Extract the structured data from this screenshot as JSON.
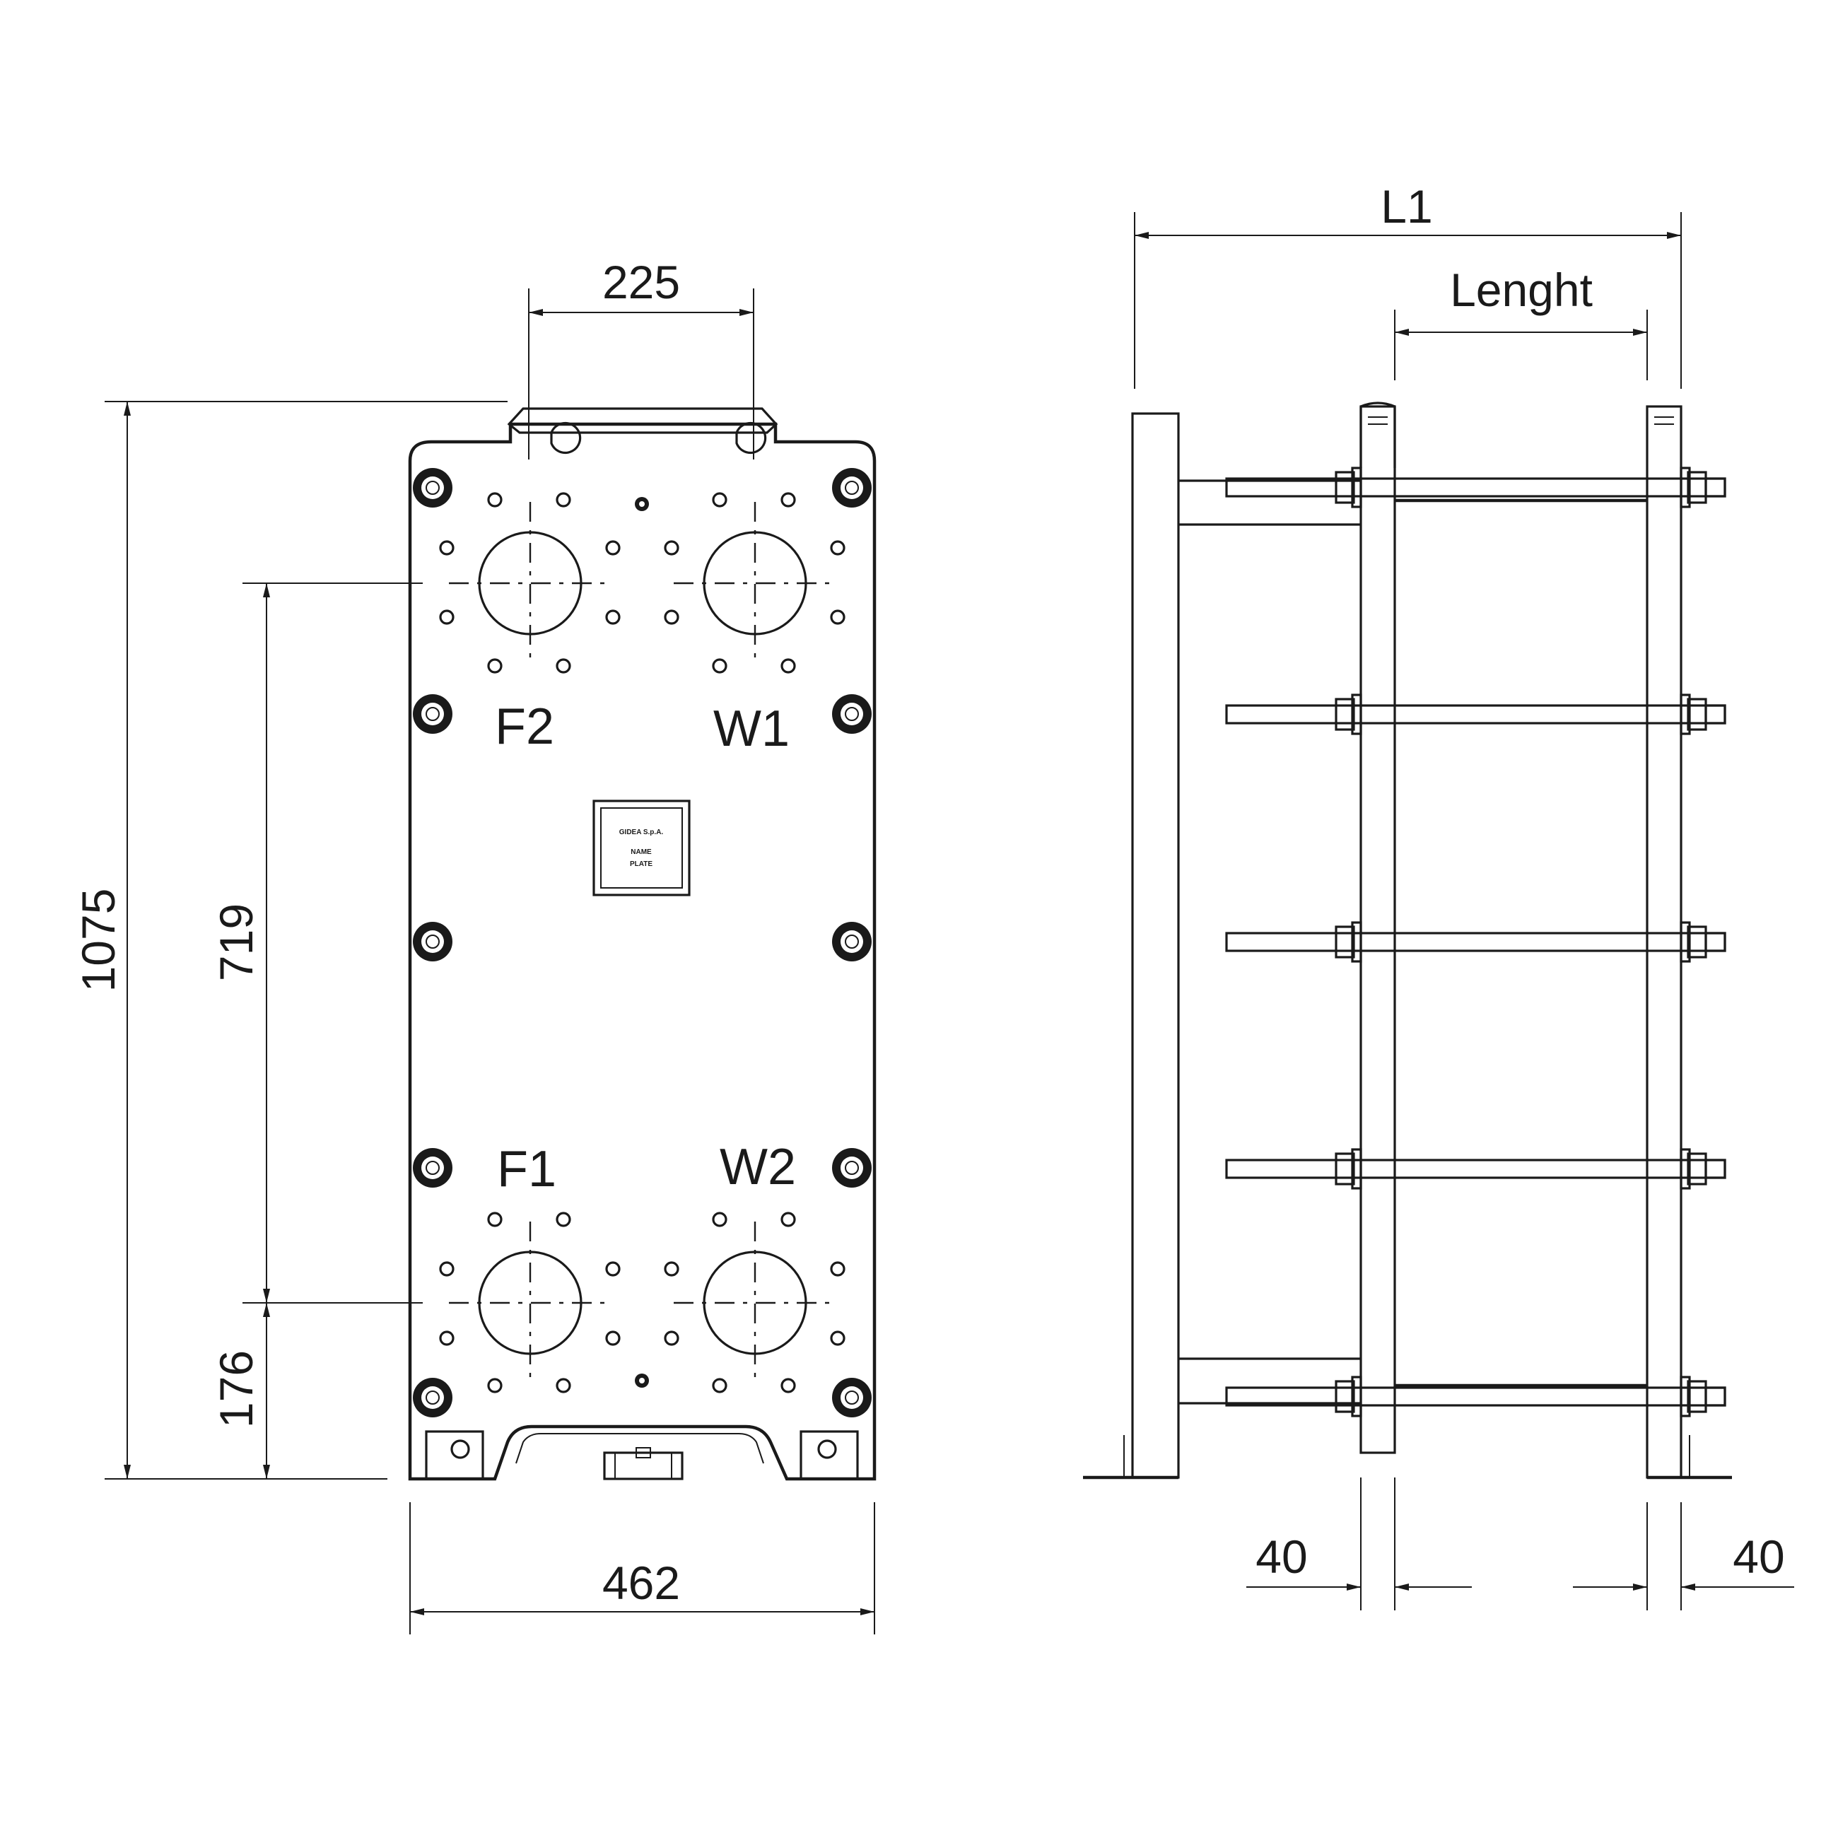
{
  "front_view": {
    "dim_port_spacing": "225",
    "dim_total_height": "1075",
    "dim_port_vertical": "719",
    "dim_bottom_port": "176",
    "dim_width": "462",
    "ports": {
      "f2": "F2",
      "w1": "W1",
      "f1": "F1",
      "w2": "W2"
    },
    "name_plate": {
      "line1": "GIDEA S.p.A.",
      "line2": "NAME",
      "line3": "PLATE"
    }
  },
  "side_view": {
    "dim_l1": "L1",
    "dim_length": "Lenght",
    "dim_left_thickness": "40",
    "dim_right_thickness": "40"
  },
  "colors": {
    "line": "#1a1a1a",
    "background": "#ffffff"
  }
}
